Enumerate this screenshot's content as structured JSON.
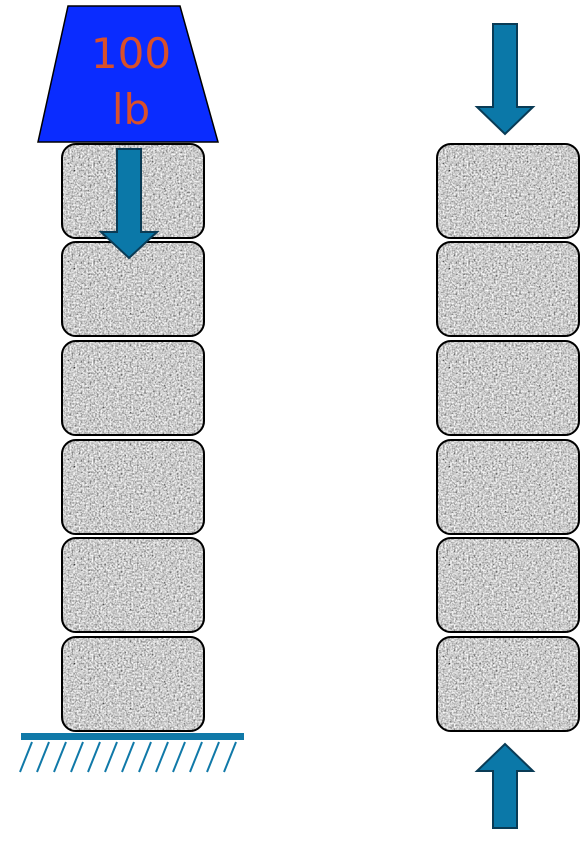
{
  "left_stack": {
    "weight": {
      "label_line1": "100",
      "label_line2": "lb",
      "fill_color": "#0a2cff",
      "text_color": "#d9502a"
    },
    "block_count": 6,
    "arrows": [
      "down"
    ],
    "ground": "fixed-support-hatched"
  },
  "right_stack": {
    "block_count": 6,
    "arrows": [
      "down",
      "up"
    ]
  },
  "colors": {
    "arrow_fill": "#0b78a8",
    "arrow_stroke": "#0a3b55",
    "ground": "#1079a8",
    "block_base": "#9a9a9a",
    "block_border": "#000000"
  },
  "icons": {
    "block": "granite-block-icon",
    "arrow_down": "arrow-down-icon",
    "arrow_up": "arrow-up-icon",
    "weight": "trapezoid-weight-icon",
    "support": "ground-hatch-icon"
  }
}
